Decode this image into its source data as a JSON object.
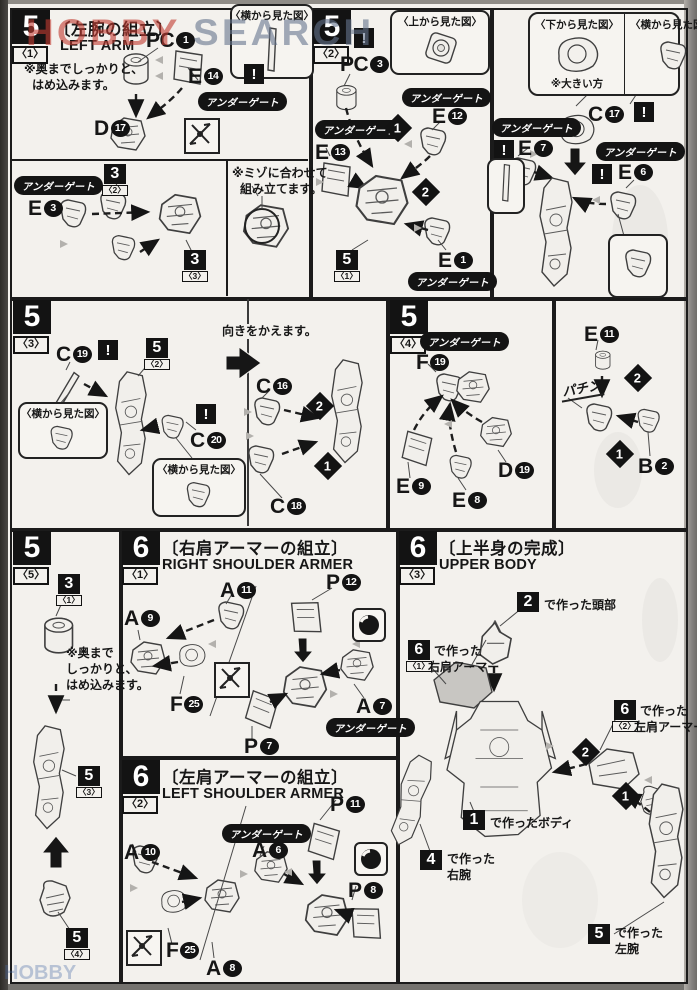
{
  "watermark": {
    "left": "HOBBY",
    "right": "SEARCH"
  },
  "common": {
    "undergate": "アンダーゲート",
    "warning": "!",
    "side_view": "〈横から見た図〉",
    "top_view": "〈上から見た図〉",
    "bottom_view": "〈下から見た図〉"
  },
  "p51": {
    "step": "5",
    "sub": "〈1〉",
    "title_jp": "〔左腕の組立〕",
    "title_en": "LEFT ARM",
    "fit_note_1": "※奥までしっかりと、",
    "fit_note_2": "はめ込みます。",
    "groove_note_1": "※ミゾに合わせて",
    "groove_note_2": "組み立てます。",
    "parts": {
      "pc1": {
        "p": "PC",
        "n": "1"
      },
      "e14": {
        "p": "E",
        "n": "14"
      },
      "d17": {
        "p": "D",
        "n": "17"
      },
      "e3": {
        "p": "E",
        "n": "3"
      }
    },
    "ref_3_2": {
      "num": "3",
      "sub": "〈2〉"
    },
    "ref_3_3": {
      "num": "3",
      "sub": "〈3〉"
    }
  },
  "p52": {
    "step": "5",
    "sub": "〈2〉",
    "d1": "1",
    "d2": "2",
    "parts": {
      "pc3": {
        "p": "PC",
        "n": "3"
      },
      "e13": {
        "p": "E",
        "n": "13"
      },
      "e12": {
        "p": "E",
        "n": "12"
      },
      "e1": {
        "p": "E",
        "n": "1"
      }
    },
    "ref_5_1": {
      "num": "5",
      "sub": "〈1〉"
    }
  },
  "p52b": {
    "bigger_note": "※大きい方",
    "parts": {
      "c17": {
        "p": "C",
        "n": "17"
      },
      "e7": {
        "p": "E",
        "n": "7"
      },
      "e6": {
        "p": "E",
        "n": "6"
      }
    }
  },
  "p53": {
    "step": "5",
    "sub": "〈3〉",
    "turn_note": "向きをかえます。",
    "d1": "1",
    "d2": "2",
    "parts": {
      "c19": {
        "p": "C",
        "n": "19"
      },
      "c20": {
        "p": "C",
        "n": "20"
      },
      "c16": {
        "p": "C",
        "n": "16"
      },
      "c18": {
        "p": "C",
        "n": "18"
      }
    },
    "ref_5_2": {
      "num": "5",
      "sub": "〈2〉"
    }
  },
  "p54": {
    "step": "5",
    "sub": "〈4〉",
    "parts": {
      "f19": {
        "p": "F",
        "n": "19"
      },
      "e9": {
        "p": "E",
        "n": "9"
      },
      "e8": {
        "p": "E",
        "n": "8"
      },
      "d19": {
        "p": "D",
        "n": "19"
      }
    }
  },
  "p54b": {
    "snap": "パチン",
    "d1": "1",
    "d2": "2",
    "parts": {
      "e11": {
        "p": "E",
        "n": "11"
      },
      "b2": {
        "p": "B",
        "n": "2"
      }
    }
  },
  "p55": {
    "step": "5",
    "sub": "〈5〉",
    "fit_note_1": "※奥まで",
    "fit_note_2": "しっかりと、",
    "fit_note_3": "はめ込みます。",
    "ref_3_1": {
      "num": "3",
      "sub": "〈1〉"
    },
    "ref_5_3": {
      "num": "5",
      "sub": "〈3〉"
    },
    "ref_5_4": {
      "num": "5",
      "sub": "〈4〉"
    }
  },
  "p61": {
    "step": "6",
    "sub": "〈1〉",
    "title_jp": "〔右肩アーマーの組立〕",
    "title_en": "RIGHT SHOULDER ARMER",
    "parts": {
      "a9": {
        "p": "A",
        "n": "9"
      },
      "a11": {
        "p": "A",
        "n": "11"
      },
      "f25": {
        "p": "F",
        "n": "25"
      },
      "p12": {
        "p": "P",
        "n": "12"
      },
      "a7": {
        "p": "A",
        "n": "7"
      },
      "p7": {
        "p": "P",
        "n": "7"
      }
    }
  },
  "p62": {
    "step": "6",
    "sub": "〈2〉",
    "title_jp": "〔左肩アーマーの組立〕",
    "title_en": "LEFT SHOULDER ARMER",
    "parts": {
      "a10": {
        "p": "A",
        "n": "10"
      },
      "f25": {
        "p": "F",
        "n": "25"
      },
      "a8": {
        "p": "A",
        "n": "8"
      },
      "a6": {
        "p": "A",
        "n": "6"
      },
      "p11": {
        "p": "P",
        "n": "11"
      },
      "p8": {
        "p": "P",
        "n": "8"
      }
    }
  },
  "p63": {
    "step": "6",
    "sub": "〈3〉",
    "title_jp": "〔上半身の完成〕",
    "title_en": "UPPER BODY",
    "d1": "1",
    "d2": "2",
    "refs": {
      "head": {
        "num": "2",
        "text": "で作った頭部"
      },
      "rshoulder": {
        "num": "6",
        "sub": "〈1〉",
        "t1": "で作った",
        "t2": "右肩アーマー"
      },
      "lshoulder": {
        "num": "6",
        "sub": "〈2〉",
        "t1": "で作った",
        "t2": "左肩アーマー"
      },
      "body": {
        "num": "1",
        "text": "で作ったボディ"
      },
      "rarm": {
        "num": "4",
        "t1": "で作った",
        "t2": "右腕"
      },
      "larm": {
        "num": "5",
        "t1": "で作った",
        "t2": "左腕"
      }
    }
  }
}
